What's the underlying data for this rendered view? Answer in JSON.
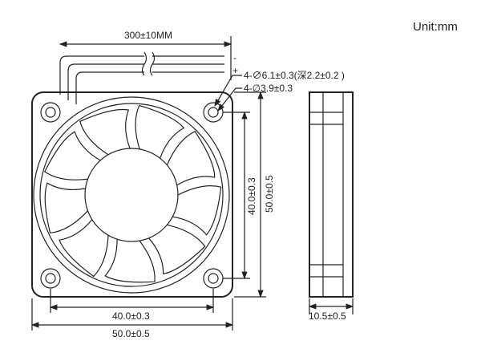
{
  "unit_label": "Unit:mm",
  "cable_length": "300±10MM",
  "wire_negative": "-",
  "wire_positive": "+",
  "hole_callout_1": "4-∅6.1±0.3(深2.2±0.2 )",
  "hole_callout_2": "4-∅3.9±0.3",
  "dim_hole_spacing_vertical": "40.0±0.3",
  "dim_frame_vertical": "50.0±0.5",
  "dim_hole_spacing_horizontal": "40.0±0.3",
  "dim_frame_horizontal": "50.0±0.5",
  "dim_thickness": "10.5±0.5"
}
